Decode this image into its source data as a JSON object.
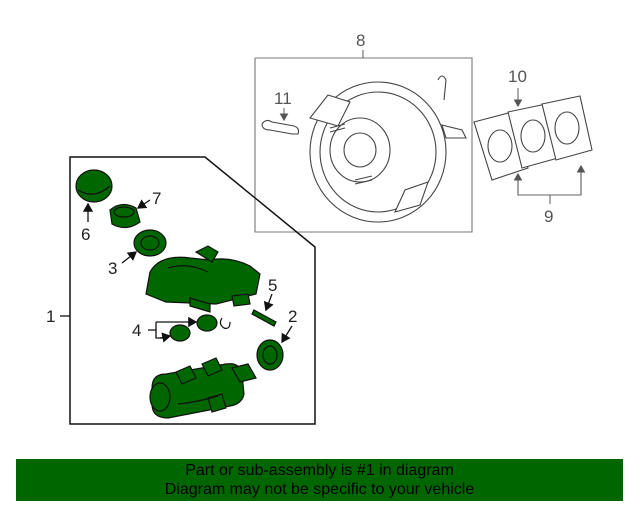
{
  "callouts": {
    "c1": "1",
    "c2": "2",
    "c3": "3",
    "c4": "4",
    "c5": "5",
    "c6": "6",
    "c7": "7",
    "c8": "8",
    "c9": "9",
    "c10": "10",
    "c11": "11"
  },
  "banner": {
    "line1": "Part or sub-assembly is #1 in diagram",
    "line2": "Diagram may not be specific to your vehicle"
  },
  "colors": {
    "highlight": "#006600",
    "ghost_outline": "#444444"
  }
}
